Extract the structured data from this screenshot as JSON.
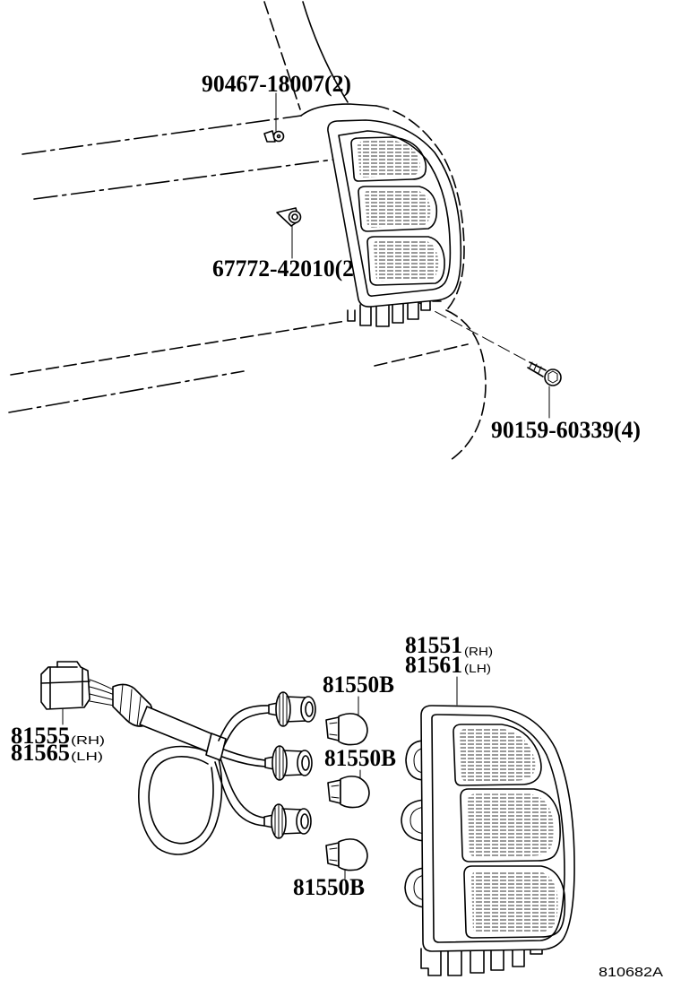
{
  "callouts": {
    "body_clip": "90467-18007(2)",
    "lamp_clip": "67772-42010(2",
    "lamp_screw": "90159-60339(4)",
    "lens_rh": {
      "part_no": "81551",
      "side": "(RH)"
    },
    "lens_lh": {
      "part_no": "81561",
      "side": "(LH)"
    },
    "bulb_upper": "81550B",
    "bulb_middle": "81550B",
    "bulb_lower": "81550B",
    "socket_rh": {
      "part_no": "81555",
      "side": "(RH)"
    },
    "socket_lh": {
      "part_no": "81565",
      "side": "(LH)"
    }
  },
  "figure_id": "810682A",
  "colors": {
    "ink": "#000000",
    "paper": "#ffffff"
  }
}
